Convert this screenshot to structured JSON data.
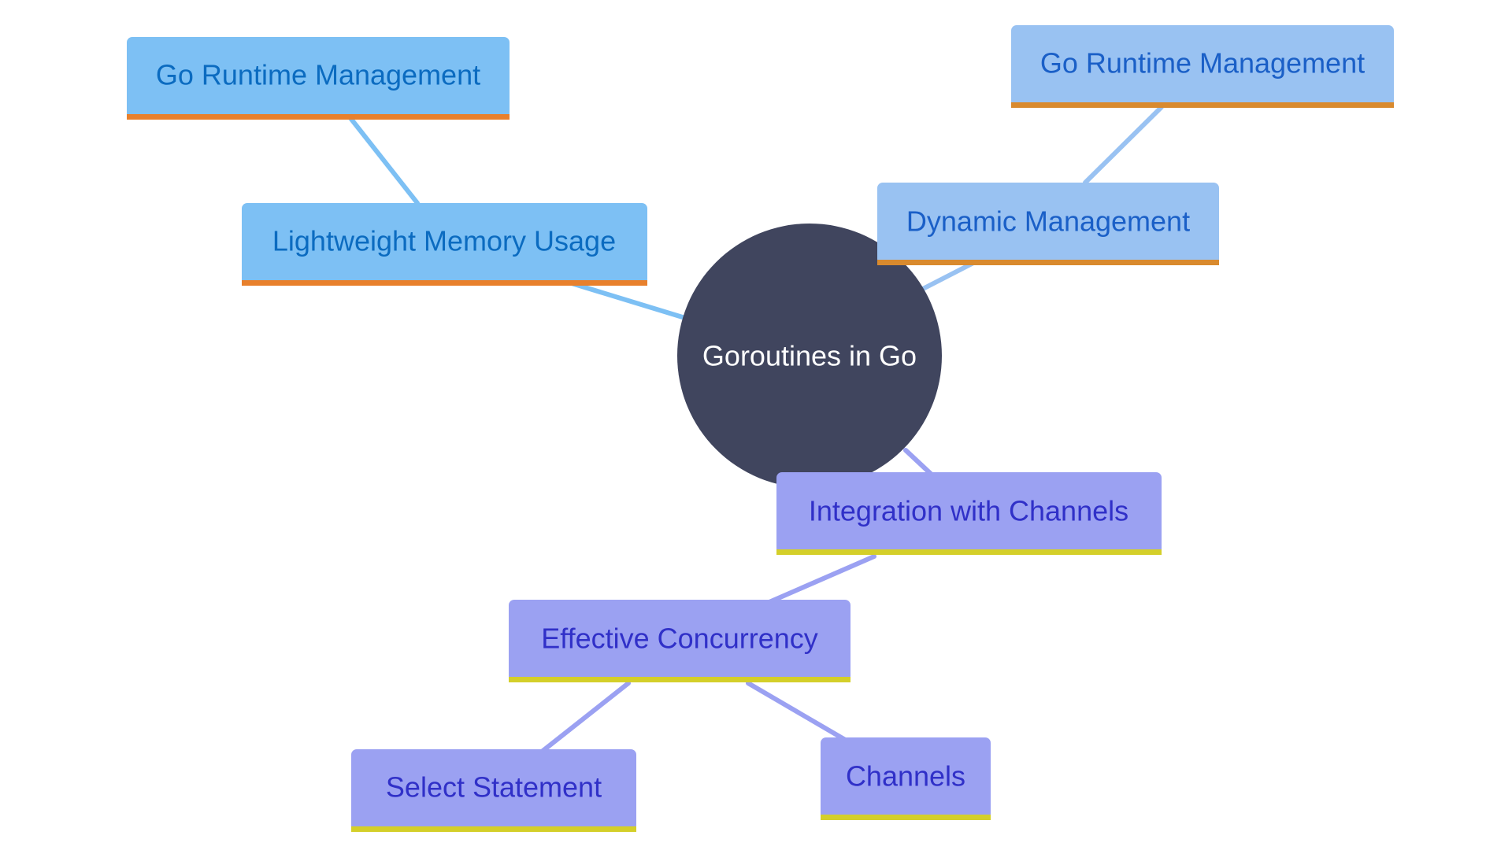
{
  "diagram": {
    "center": {
      "label": "Goroutines in Go"
    },
    "nodes": {
      "lightweight_memory_usage": "Lightweight Memory Usage",
      "go_runtime_management_left": "Go Runtime Management",
      "dynamic_management": "Dynamic Management",
      "go_runtime_management_right": "Go Runtime Management",
      "integration_with_channels": "Integration with Channels",
      "effective_concurrency": "Effective Concurrency",
      "select_statement": "Select Statement",
      "channels": "Channels"
    }
  },
  "colors": {
    "center_fill": "#40455e",
    "center_text": "#ffffff",
    "branch_memory_fill": "#7dc0f4",
    "branch_memory_text": "#0b6bc0",
    "branch_memory_edge": "#7dc0f4",
    "branch_memory_accent": "#e8802c",
    "branch_dynamic_fill": "#99c2f2",
    "branch_dynamic_text": "#1a5fc7",
    "branch_dynamic_edge": "#99c2f2",
    "branch_dynamic_accent": "#d98a2e",
    "branch_channels_fill": "#9ba1f2",
    "branch_channels_text": "#3030c8",
    "branch_channels_edge": "#9ba1f2",
    "branch_channels_accent": "#d4cf2a"
  }
}
